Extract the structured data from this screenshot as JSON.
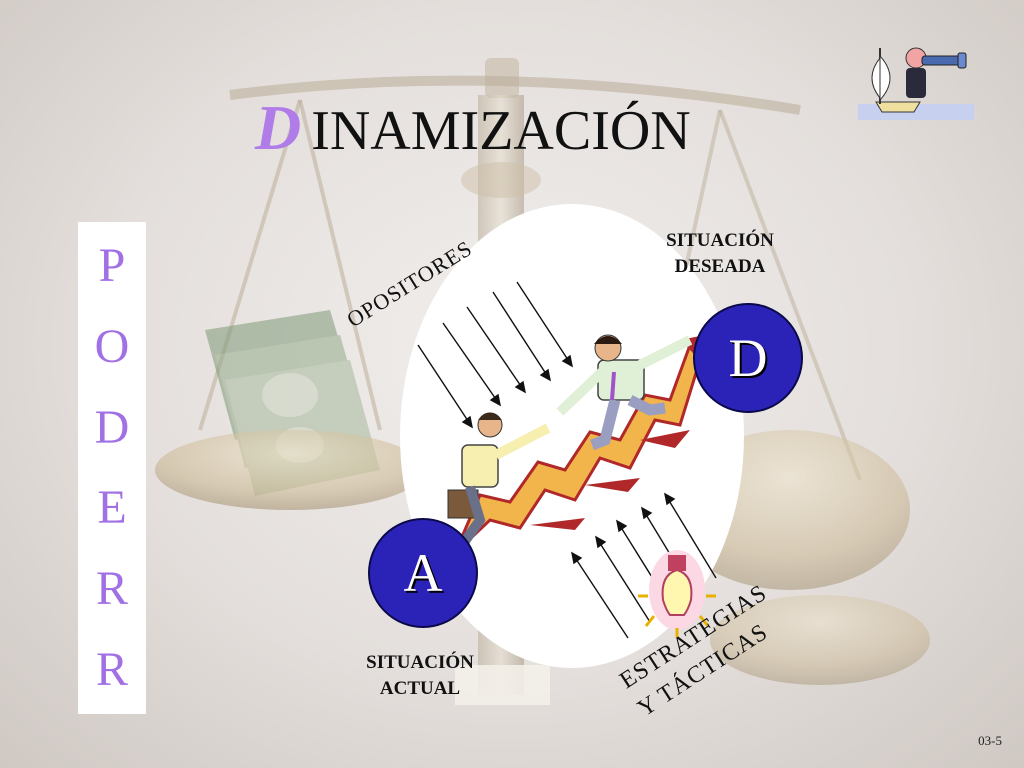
{
  "title": {
    "initial": "D",
    "rest": "INAMIZACIÓN"
  },
  "side_word": {
    "letters": [
      "P",
      "O",
      "D",
      "E",
      "R",
      "R"
    ]
  },
  "desired_state": {
    "line1": "SITUACIÓN",
    "line2": "DESEADA",
    "marker": "D"
  },
  "current_state": {
    "line1": "SITUACIÓN",
    "line2": "ACTUAL",
    "marker": "A"
  },
  "opponents_label": "OPOSITORES",
  "strategies_label": {
    "line1": "ESTRATEGIAS",
    "line2": "Y TÁCTICAS"
  },
  "slide_number": "03-5",
  "colors": {
    "accent": "#b07ce8",
    "marker_circle": "#2b23b8"
  },
  "icons": [
    "scales-of-justice",
    "money-stack",
    "climbing-businessmen",
    "lightbulb",
    "spyglass-sailor"
  ]
}
